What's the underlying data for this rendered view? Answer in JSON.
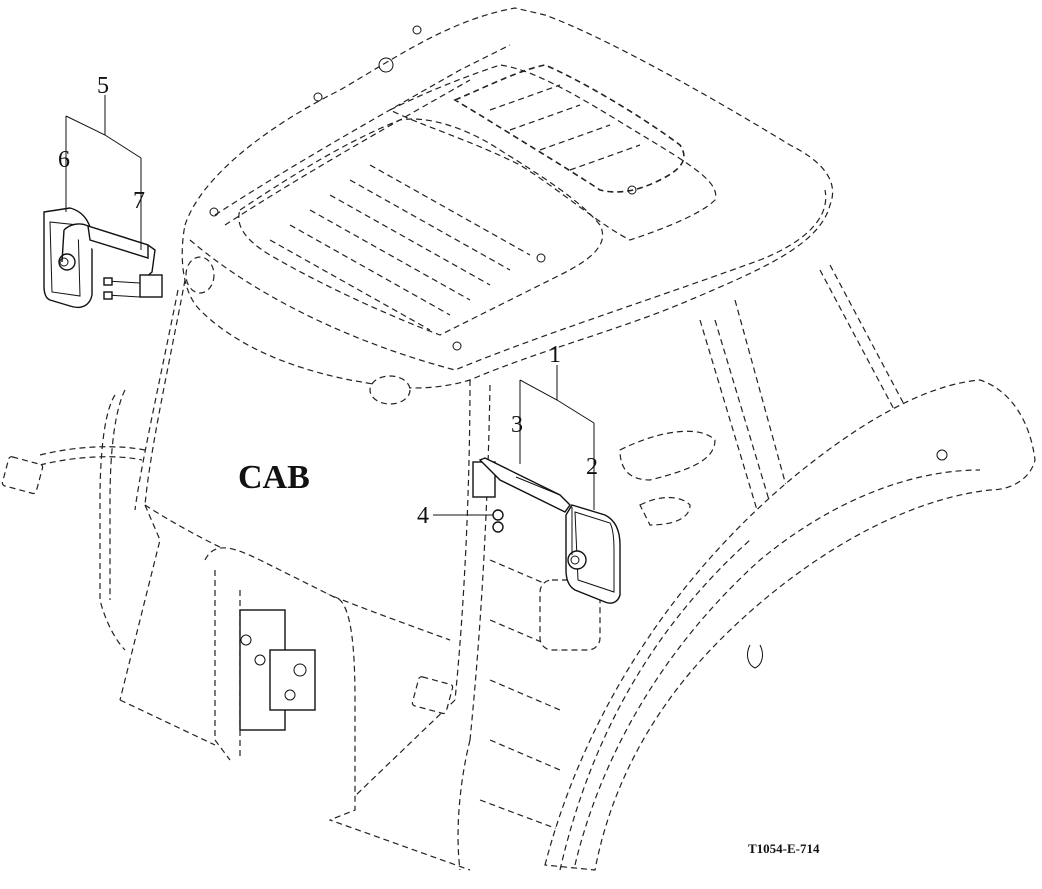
{
  "diagram": {
    "assembly_label": "CAB",
    "figure_id": "T1054-E-714",
    "callouts": {
      "c1": "1",
      "c2": "2",
      "c3": "3",
      "c4": "4",
      "c5": "5",
      "c6": "6",
      "c7": "7"
    },
    "line_color": "#222222",
    "background": "#ffffff"
  }
}
